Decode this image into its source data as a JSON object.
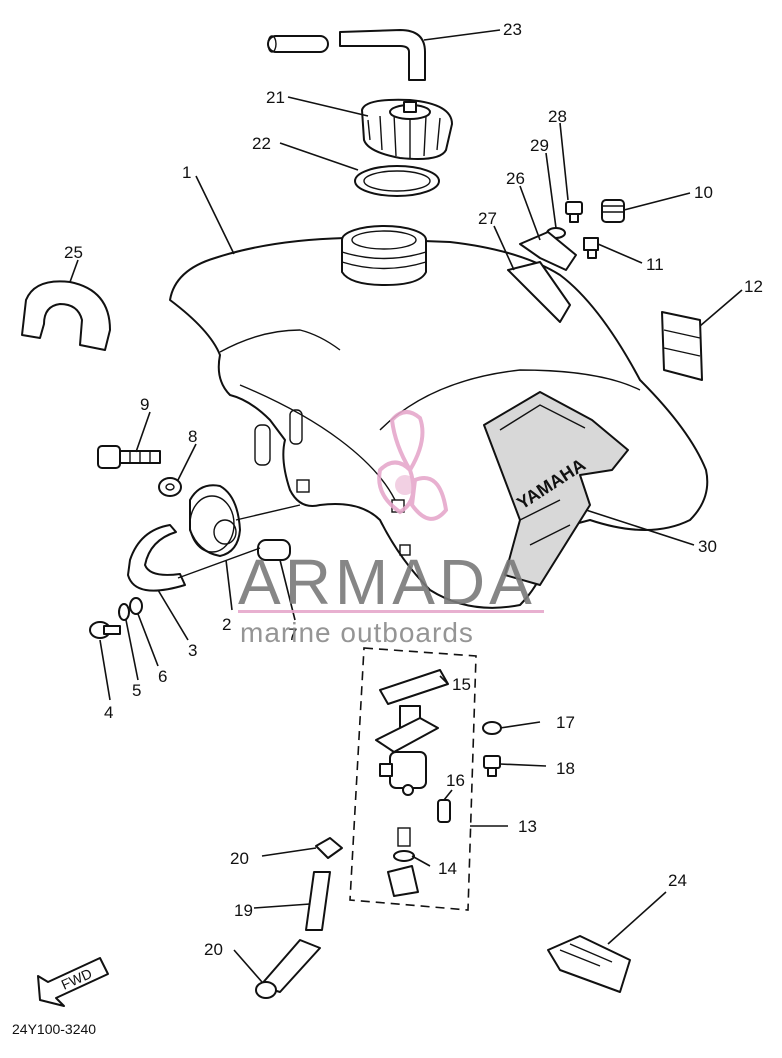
{
  "callouts": {
    "c1": "1",
    "c2": "2",
    "c3": "3",
    "c4": "4",
    "c5": "5",
    "c6": "6",
    "c7": "7",
    "c8": "8",
    "c9": "9",
    "c10": "10",
    "c11": "11",
    "c12": "12",
    "c13": "13",
    "c14": "14",
    "c15": "15",
    "c16": "16",
    "c17": "17",
    "c18": "18",
    "c19": "19",
    "c20a": "20",
    "c20b": "20",
    "c21": "21",
    "c22": "22",
    "c23": "23",
    "c24": "24",
    "c25": "25",
    "c26": "26",
    "c27": "27",
    "c28": "28",
    "c29": "29",
    "c30": "30"
  },
  "tank_brand": "YAMAHA",
  "fwd_label": "FWD",
  "diagram_code": "24Y100-3240",
  "watermark": {
    "brand": "ARMADA",
    "tagline": "marine outboards",
    "brand_color": "#7a7a7a",
    "accent_color": "#e6a8cc"
  }
}
